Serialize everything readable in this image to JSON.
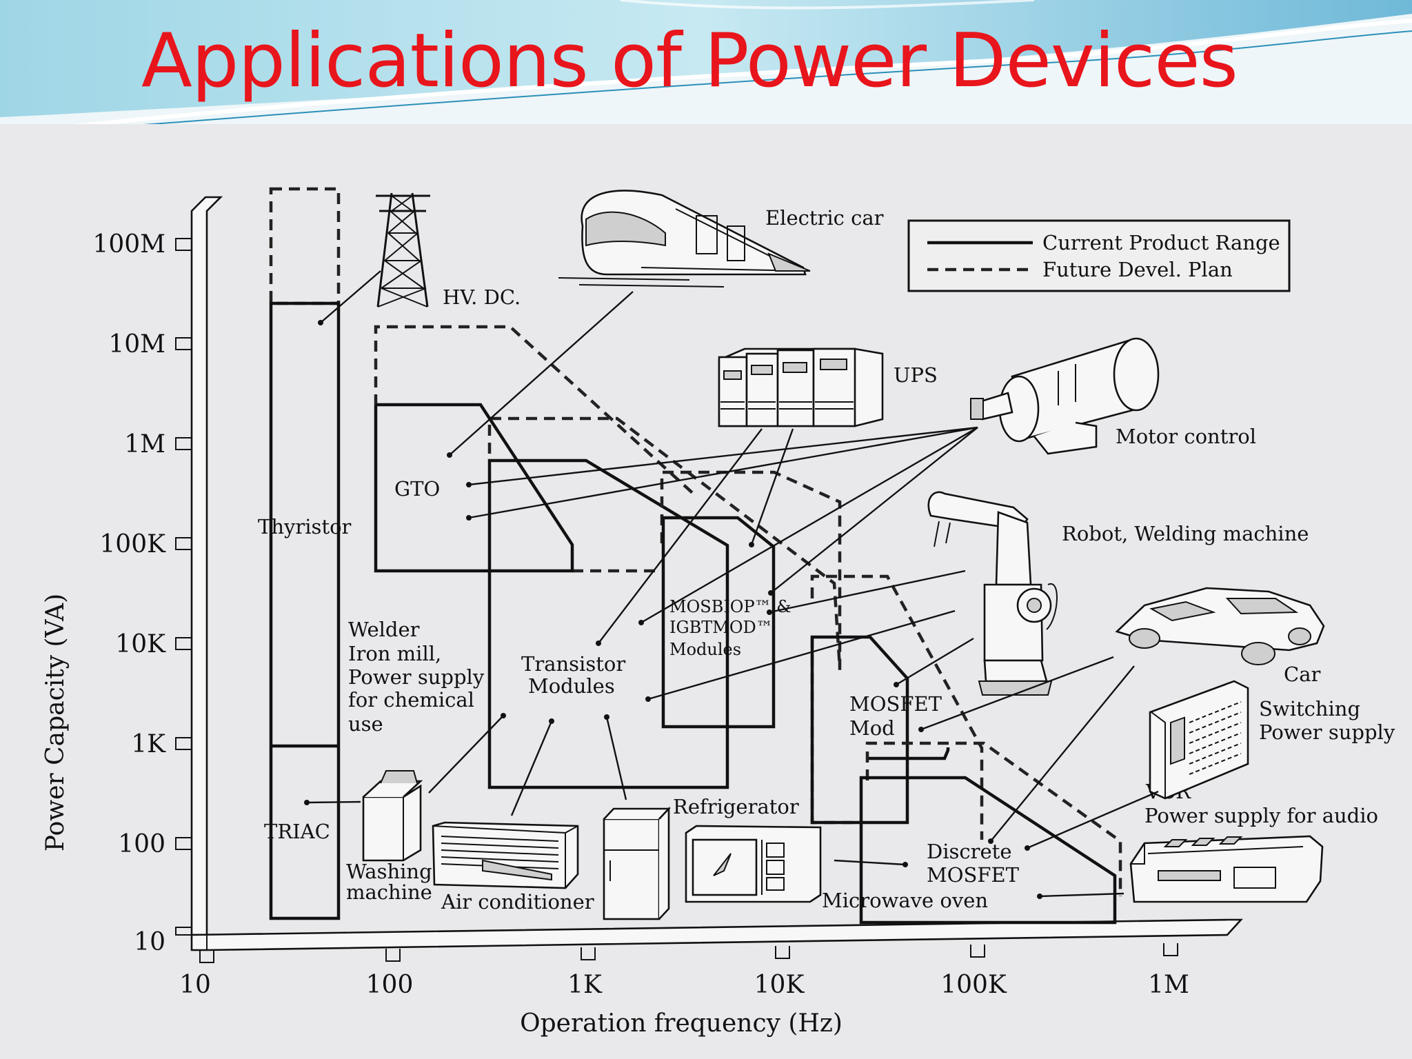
{
  "title": "Applications of Power Devices",
  "axes": {
    "y_title": "Power Capacity (VA)",
    "x_title": "Operation frequency (Hz)",
    "y_ticks": [
      "10",
      "100",
      "1K",
      "10K",
      "100K",
      "1M",
      "10M",
      "100M"
    ],
    "x_ticks": [
      "10",
      "100",
      "1K",
      "10K",
      "100K",
      "1M"
    ]
  },
  "legend": {
    "current": "Current Product Range",
    "future": "Future Devel. Plan"
  },
  "devices": {
    "thyristor": "Thyristor",
    "triac": "TRIAC",
    "gto": "GTO",
    "transistor_line1": "Transistor",
    "transistor_line2": "Modules",
    "mosbiop_line1": "MOSBIOP™ &",
    "mosbiop_line2": "IGBTMOD™",
    "mosbiop_line3": "Modules",
    "mosfet_mod_line1": "MOSFET",
    "mosfet_mod_line2": "Mod",
    "discrete_line1": "Discrete",
    "discrete_line2": "MOSFET"
  },
  "applications": {
    "hvdc": "HV. DC.",
    "electric_car": "Electric car",
    "ups": "UPS",
    "motor_control": "Motor control",
    "robot": "Robot, Welding machine",
    "car": "Car",
    "switching_line1": "Switching",
    "switching_line2": "Power supply",
    "vcr": "VCR",
    "audio": "Power supply for audio",
    "welder_line1": "Welder",
    "welder_line2": "Iron mill,",
    "welder_line3": "Power supply",
    "welder_line4": "for chemical",
    "welder_line5": "use",
    "washing_line1": "Washing",
    "washing_line2": "machine",
    "air_conditioner": "Air conditioner",
    "refrigerator": "Refrigerator",
    "microwave": "Microwave oven"
  }
}
